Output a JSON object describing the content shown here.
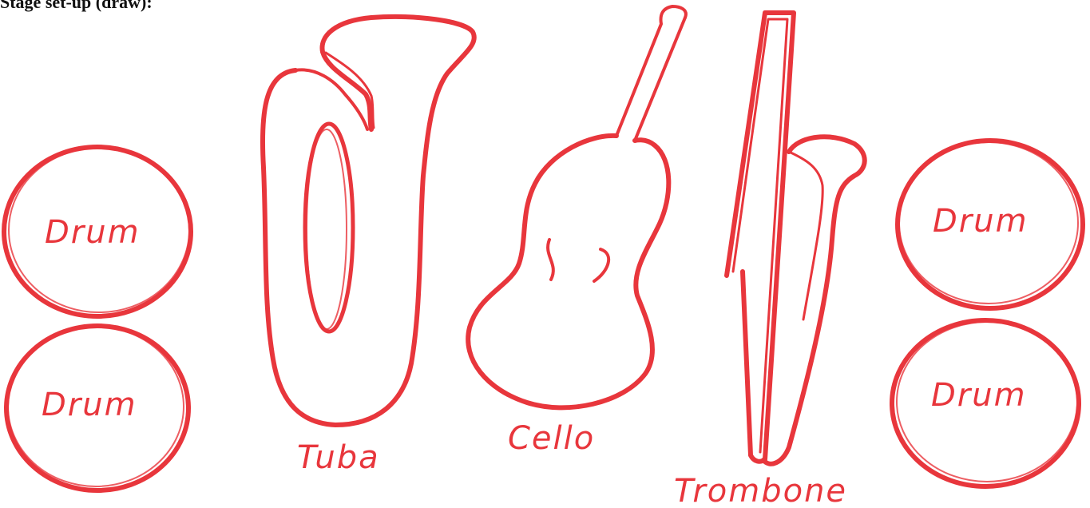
{
  "heading": "Stage set-up (draw):",
  "colors": {
    "ink": "#e8363c",
    "heading": "#111111"
  },
  "instruments": {
    "drum_top_left": "Drum",
    "drum_bottom_left": "Drum",
    "drum_top_right": "Drum",
    "drum_bottom_right": "Drum",
    "tuba": "Tuba",
    "cello": "Cello",
    "trombone": "Trombone"
  }
}
